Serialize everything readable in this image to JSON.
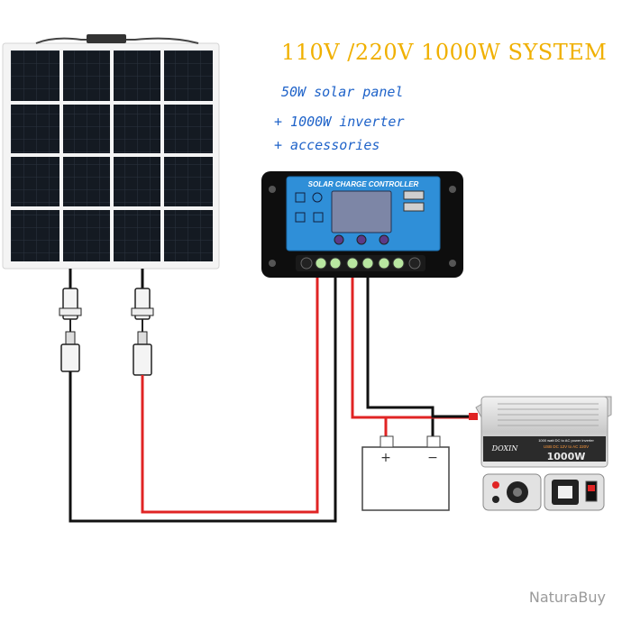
{
  "header": {
    "title": "110V /220V 1000W SYSTEM",
    "line1": "50W solar panel",
    "line2": "+ 1000W inverter",
    "line3": "+ accessories"
  },
  "controller": {
    "label": "SOLAR CHARGE CONTROLLER"
  },
  "battery": {
    "plus": "+",
    "minus": "−"
  },
  "inverter": {
    "brand": "DOXIN",
    "spec_line": "1000 watt DC to AC power inverter",
    "usb_line": "USB DC 12V to AC 220V",
    "power": "1000W"
  },
  "watermark": "NaturaBuy",
  "colors": {
    "title": "#f0b000",
    "text": "#1f63c9",
    "positive_wire": "#e02424",
    "negative_wire": "#111111",
    "controller_blue": "#2f8fd8"
  }
}
